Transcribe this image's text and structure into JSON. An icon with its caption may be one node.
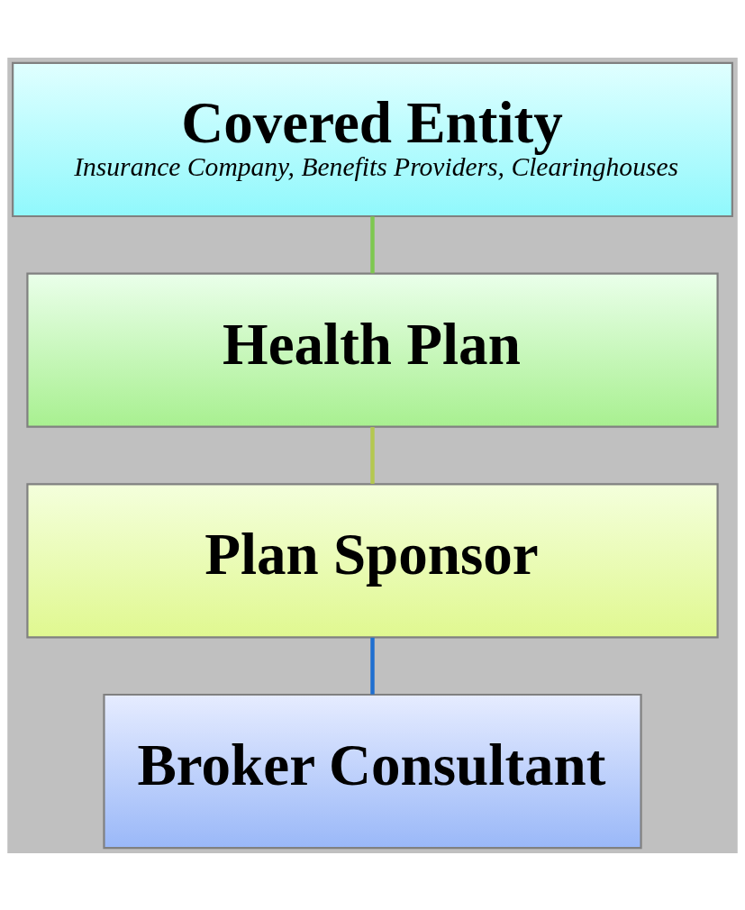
{
  "diagram": {
    "nodes": [
      {
        "text": [
          "Covered Entity",
          "Insurance Company, Benefits Providers, Clearinghouses"
        ]
      },
      {
        "text": [
          "Health Plan"
        ]
      },
      {
        "text": [
          "Plan Sponsor"
        ]
      },
      {
        "text": [
          "Broker Consultant"
        ]
      }
    ],
    "edges": [
      {
        "from": 0,
        "to": 1,
        "arrow": "none",
        "color": "#7ec850"
      },
      {
        "from": 1,
        "to": 2,
        "arrow": "none",
        "color": "#b4c850"
      },
      {
        "from": 2,
        "to": 3,
        "arrow": "none",
        "color": "#1f6fd0"
      }
    ]
  }
}
